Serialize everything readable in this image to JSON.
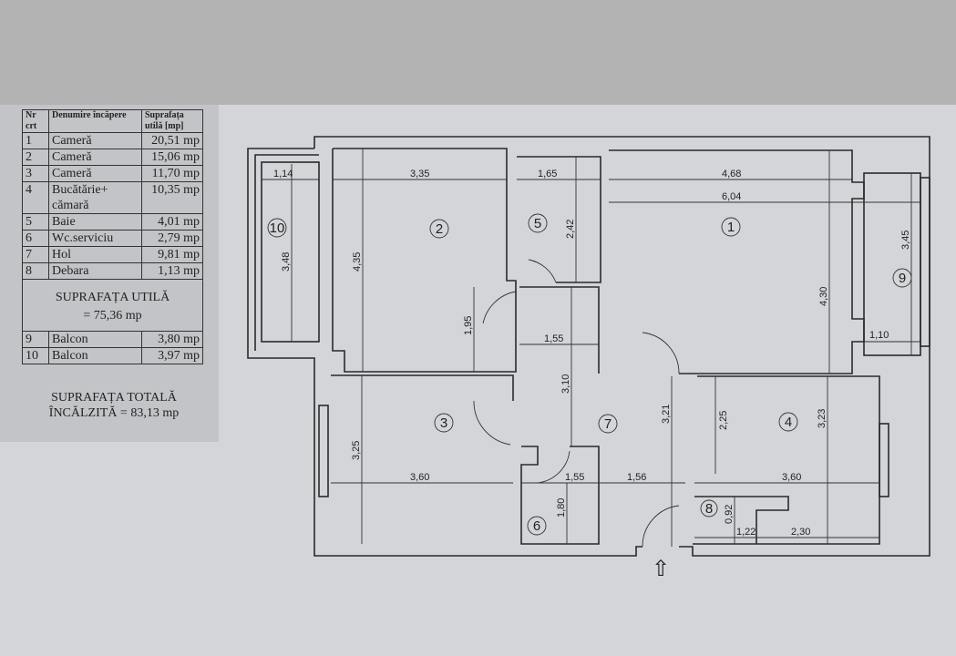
{
  "table": {
    "headers": [
      "Nr crt",
      "Denumire încăpere",
      "Suprafața utilă [mp]"
    ],
    "rows": [
      {
        "nr": "1",
        "name": "Cameră",
        "area": "20,51 mp"
      },
      {
        "nr": "2",
        "name": "Cameră",
        "area": "15,06 mp"
      },
      {
        "nr": "3",
        "name": "Cameră",
        "area": "11,70 mp"
      },
      {
        "nr": "4",
        "name": "Bucătărie+ cămară",
        "area": "10,35 mp"
      },
      {
        "nr": "5",
        "name": "Baie",
        "area": "4,01 mp"
      },
      {
        "nr": "6",
        "name": "Wc.serviciu",
        "area": "2,79 mp"
      },
      {
        "nr": "7",
        "name": "Hol",
        "area": "9,81 mp"
      },
      {
        "nr": "8",
        "name": "Debara",
        "area": "1,13 mp"
      }
    ],
    "useful_label": "SUPRAFAȚA UTILĂ",
    "useful_value": "= 75,36 mp",
    "balcony_rows": [
      {
        "nr": "9",
        "name": "Balcon",
        "area": "3,80 mp"
      },
      {
        "nr": "10",
        "name": "Balcon",
        "area": "3,97 mp"
      }
    ],
    "total_label": "SUPRAFAȚA TOTALĂ",
    "total_value": "ÎNCĂLZITĂ = 83,13 mp"
  },
  "plan": {
    "room_numbers": [
      "1",
      "2",
      "3",
      "4",
      "5",
      "6",
      "7",
      "8",
      "9",
      "10"
    ],
    "dimensions": {
      "r10_w": "1,14",
      "r10_h": "3,48",
      "r2_w": "3,35",
      "r2_h": "4,35",
      "r2_h2": "1,95",
      "r5_w": "1,65",
      "r5_h": "2,42",
      "r1_w": "4,68",
      "r1_w2": "6,04",
      "r1_h": "4,30",
      "r9_h": "3,45",
      "r9_w": "1,10",
      "hall_w": "1,55",
      "hall_h": "3,10",
      "r3_h": "3,25",
      "r3_w": "3,60",
      "r6_w": "1,55",
      "r6_h": "1,80",
      "entry_w": "1,56",
      "entry_h": "3,21",
      "r4_h": "2,25",
      "r4_h2": "3,23",
      "r4_w": "3,60",
      "r8_h": "0,92",
      "r8_w": "1,22",
      "r4_w2": "2,30"
    },
    "entrance_arrow": "⇧"
  }
}
